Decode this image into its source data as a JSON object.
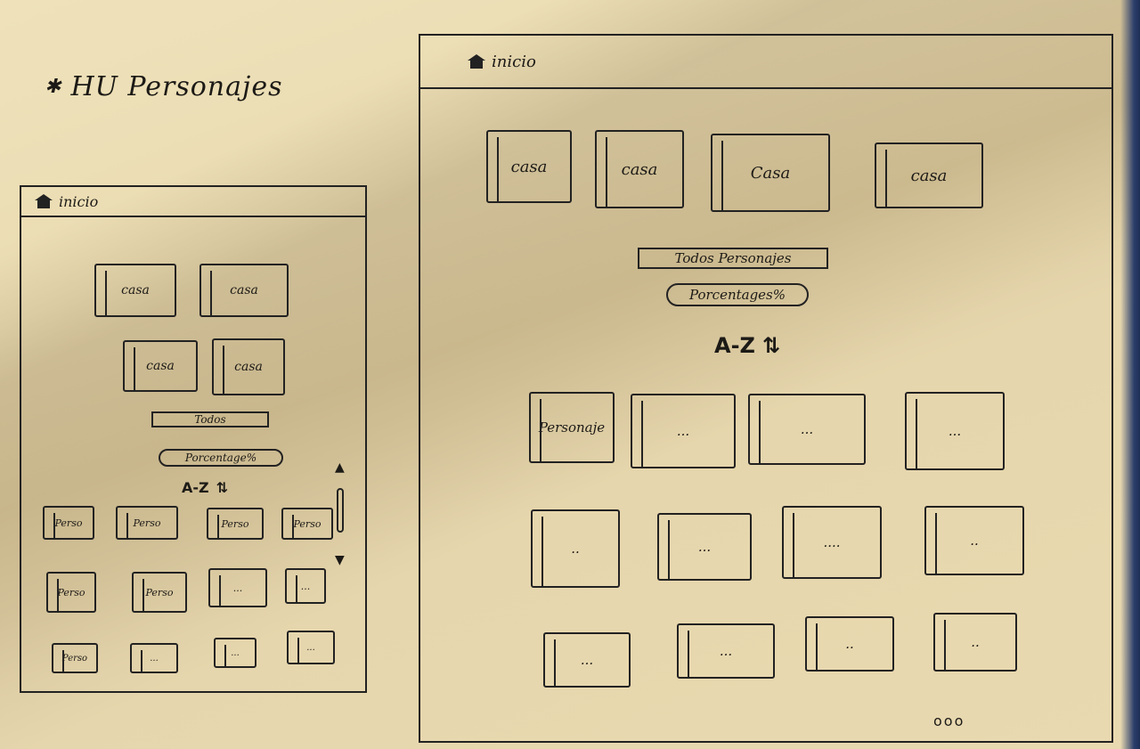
{
  "sheet": {
    "title": "HU Personajes",
    "title_icon": "star-icon"
  },
  "mobile": {
    "bar_label": "inicio",
    "houses": [
      "casa",
      "casa",
      "casa",
      "casa"
    ],
    "all_button": "Todos",
    "percentage_button": "Porcentage%",
    "sort_label": "A-Z",
    "characters": [
      "Perso",
      "Perso",
      "Perso",
      "Perso",
      "Perso",
      "Perso",
      "...",
      "...",
      "Perso",
      "...",
      "...",
      "..."
    ]
  },
  "desktop": {
    "bar_label": "inicio",
    "houses": [
      "casa",
      "casa",
      "Casa",
      "casa"
    ],
    "all_button": "Todos Personajes",
    "percentage_button": "Porcentages%",
    "sort_label": "A-Z",
    "characters": [
      "Personaje",
      "...",
      "...",
      "...",
      "..",
      "...",
      "....",
      "..",
      "...",
      "...",
      "..",
      ".."
    ],
    "footer": "ooo"
  }
}
